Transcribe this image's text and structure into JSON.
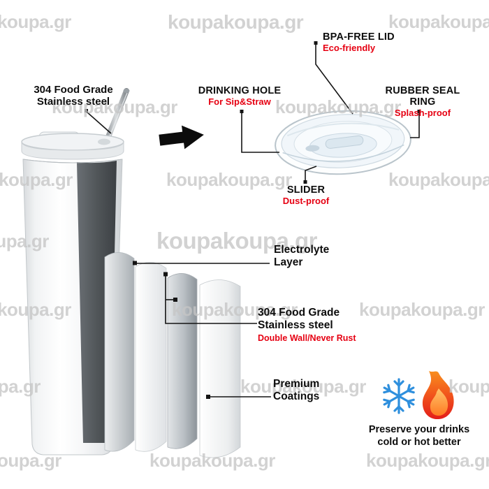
{
  "watermark": {
    "text": "koupakoupa.gr"
  },
  "colors": {
    "accent_red": "#e60012",
    "watermark_gray": "#c6c6c6",
    "snowflake_blue": "#2e8fdd",
    "flame_orange": "#f6871f",
    "flame_red": "#e8231d",
    "line_black": "#141414"
  },
  "tumbler": {
    "label_line1": "304 Food Grade",
    "label_line2": "Stainless steel"
  },
  "lid": {
    "bpa_title": "BPA-FREE LID",
    "bpa_sub": "Eco-friendly",
    "hole_title": "DRINKING HOLE",
    "hole_sub": "For Sip&Straw",
    "seal_title": "RUBBER SEAL RING",
    "seal_sub": "Splash-proof",
    "slider_title": "SLIDER",
    "slider_sub": "Dust-proof"
  },
  "layers": {
    "electrolyte_line1": "Electrolyte",
    "electrolyte_line2": "Layer",
    "steel_line1": "304 Food Grade",
    "steel_line2": "Stainless steel",
    "steel_sub": "Double Wall/Never Rust",
    "coating_line1": "Premium",
    "coating_line2": "Coatings"
  },
  "footer": {
    "line1": "Preserve your drinks",
    "line2": "cold or hot better"
  }
}
